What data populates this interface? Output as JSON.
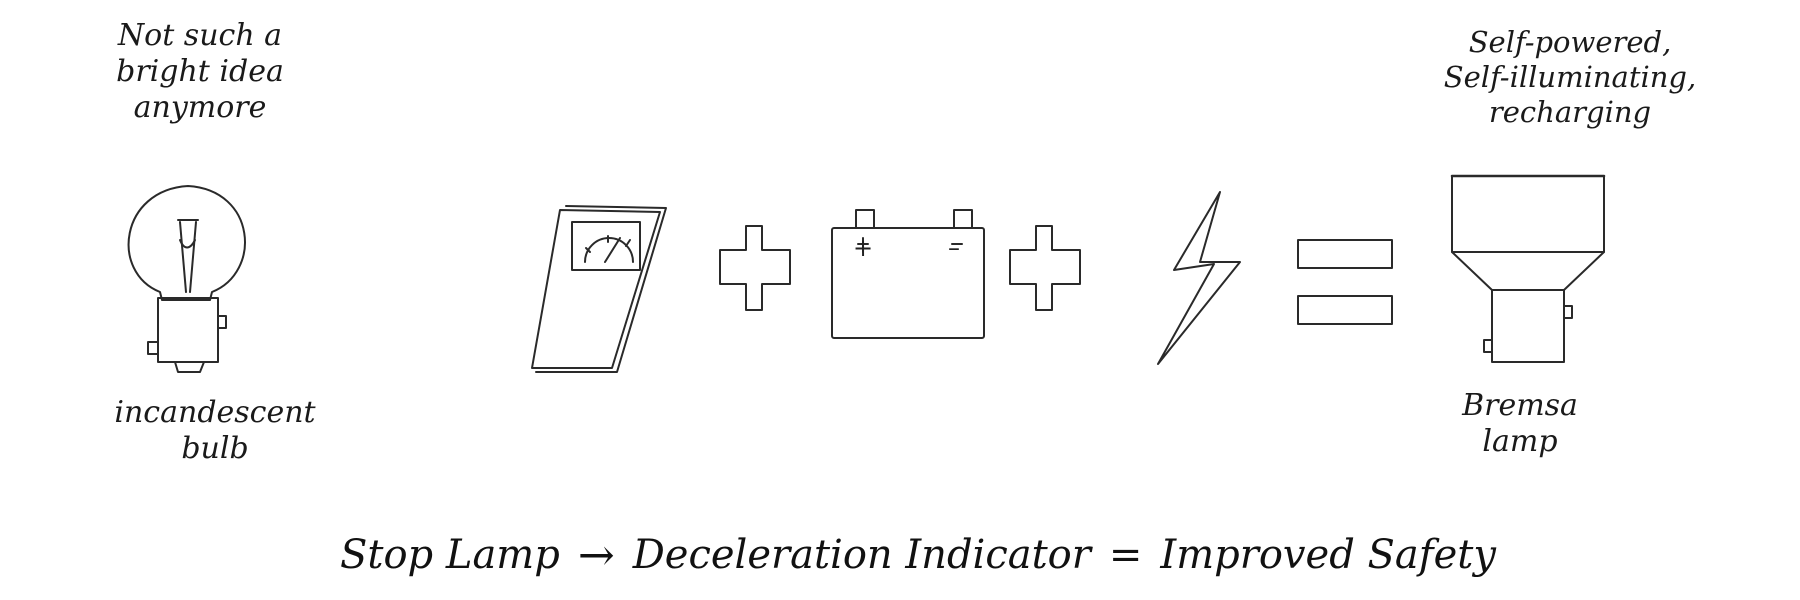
{
  "captions": {
    "top_left": "Not such a\nbright idea\nanymore",
    "bottom_left": "incandescent\nbulb",
    "top_right": "Self-powered,\nSelf-illuminating,\nrecharging",
    "bottom_right": "Bremsa\nlamp"
  },
  "equation": {
    "left": "Stop Lamp",
    "arrow": "→",
    "middle": "Deceleration Indicator",
    "equals": "=",
    "right": "Improved Safety"
  },
  "icons": {
    "bulb": "incandescent-bulb-icon",
    "meter": "accelerometer-meter-icon",
    "plus": "plus-icon",
    "battery": "battery-icon",
    "battery_plus": "+",
    "battery_minus": "–",
    "lightning": "lightning-bolt-icon",
    "equals": "equals-icon",
    "lamp": "bremsa-lamp-icon"
  }
}
